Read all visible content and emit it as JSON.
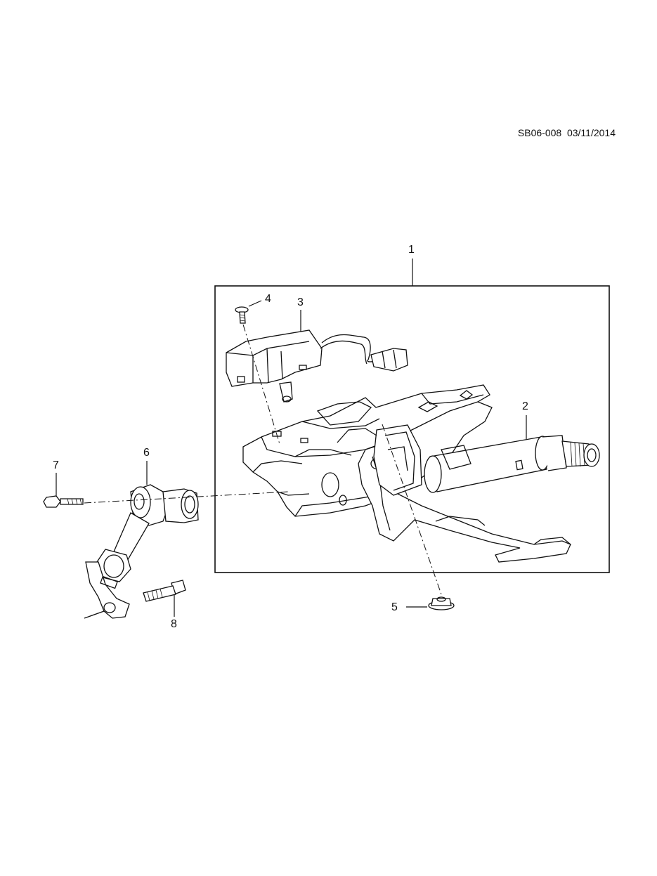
{
  "doc_code": "SB06-008  03/11/2014",
  "callouts": {
    "c1": "1",
    "c2": "2",
    "c3": "3",
    "c4": "4",
    "c5": "5",
    "c6": "6",
    "c7": "7",
    "c8": "8"
  }
}
